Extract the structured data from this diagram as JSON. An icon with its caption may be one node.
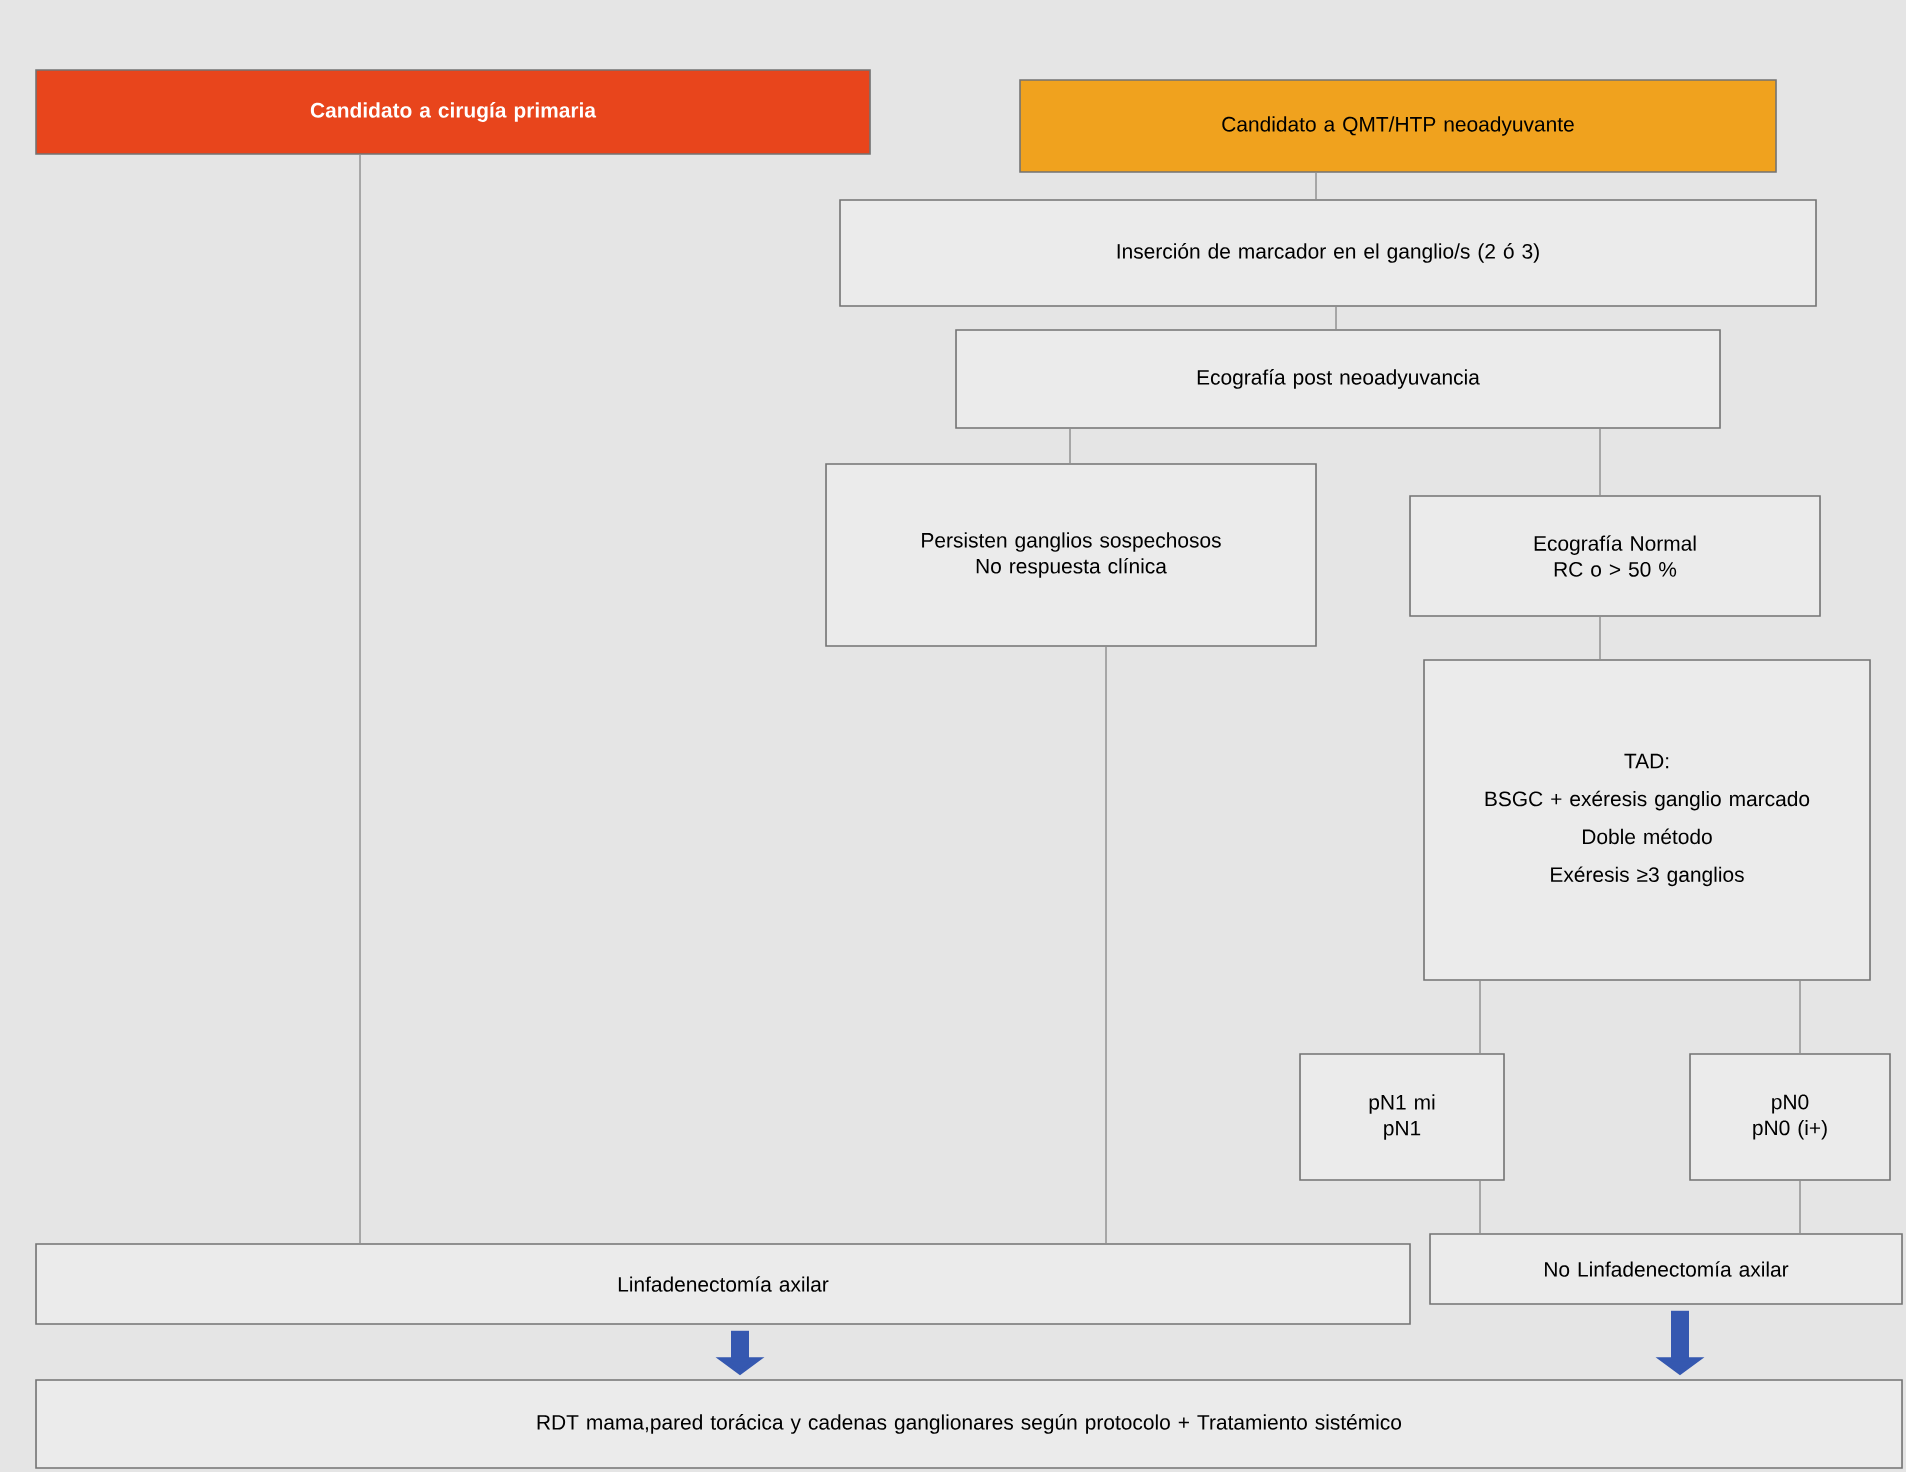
{
  "diagram": {
    "nodes": [
      {
        "text": [
          "Candidato a cirugía primaria"
        ]
      },
      {
        "text": [
          "Candidato a QMT/HTP neoadyuvante"
        ]
      },
      {
        "text": [
          "Inserción de marcador en el ganglio/s (2 ó 3)"
        ]
      },
      {
        "text": [
          "Ecografía post neoadyuvancia"
        ]
      },
      {
        "text": [
          "Persisten ganglios sospechosos",
          "No respuesta clínica"
        ]
      },
      {
        "text": [
          "Ecografía Normal",
          "RC o > 50 %"
        ]
      },
      {
        "text": [
          "TAD:",
          "BSGC + exéresis ganglio marcado",
          "Doble método",
          "Exéresis ≥3 ganglios"
        ]
      },
      {
        "text": [
          "pN1 mi",
          "pN1"
        ]
      },
      {
        "text": [
          "pN0",
          "pN0 (i+)"
        ]
      },
      {
        "text": [
          "Linfadenectomía axilar"
        ]
      },
      {
        "text": [
          "No Linfadenectomía axilar"
        ]
      },
      {
        "text": [
          "RDT mama,pared torácica y cadenas ganglionares según protocolo + Tratamiento sistémico"
        ]
      }
    ],
    "edges": [
      {
        "from": 0,
        "to": 9,
        "arrow": "none"
      },
      {
        "from": 1,
        "to": 2,
        "arrow": "none"
      },
      {
        "from": 2,
        "to": 3,
        "arrow": "none"
      },
      {
        "from": 3,
        "to": 4,
        "arrow": "none"
      },
      {
        "from": 3,
        "to": 5,
        "arrow": "none"
      },
      {
        "from": 5,
        "to": 6,
        "arrow": "none"
      },
      {
        "from": 6,
        "to": 7,
        "arrow": "none"
      },
      {
        "from": 6,
        "to": 8,
        "arrow": "none"
      },
      {
        "from": 4,
        "to": 9,
        "arrow": "none"
      },
      {
        "from": 7,
        "to": 10,
        "arrow": "none"
      },
      {
        "from": 8,
        "to": 10,
        "arrow": "none"
      },
      {
        "from": 9,
        "to": 11,
        "arrow": "to",
        "style": "thick",
        "color": "#3558b0"
      },
      {
        "from": 10,
        "to": 11,
        "arrow": "to",
        "style": "thick",
        "color": "#3558b0"
      }
    ]
  }
}
